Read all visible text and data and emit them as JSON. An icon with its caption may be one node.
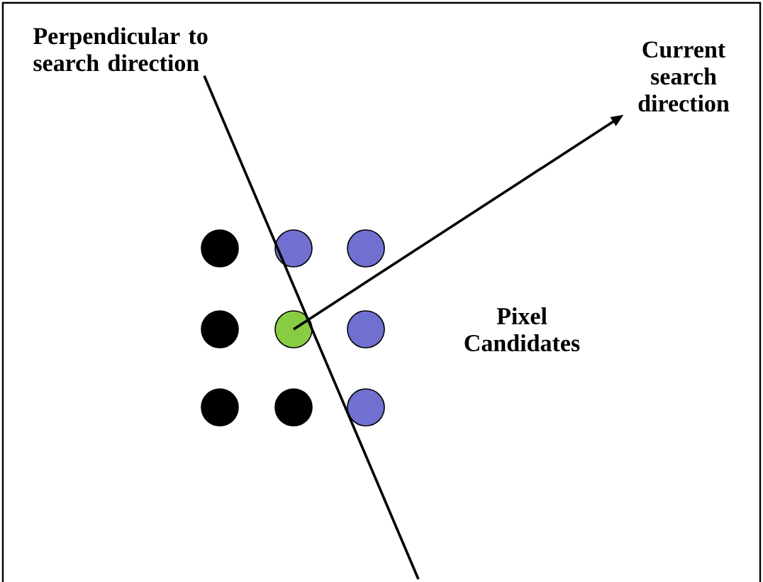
{
  "diagram": {
    "nodes": [
      {
        "text": [
          "Perpendicular to search direction"
        ]
      },
      {
        "text": [
          "Current search direction"
        ]
      },
      {
        "text": [],
        "shape": "circle"
      },
      {
        "text": [],
        "shape": "circle"
      },
      {
        "text": [],
        "shape": "circle"
      },
      {
        "text": [],
        "shape": "circle"
      },
      {
        "text": [],
        "shape": "circle"
      },
      {
        "text": [],
        "shape": "circle"
      },
      {
        "text": [],
        "shape": "circle"
      },
      {
        "text": [],
        "shape": "circle"
      },
      {
        "text": [],
        "shape": "circle"
      }
    ],
    "edges": [
      {
        "from": 6,
        "to": 1,
        "arrow": "to"
      },
      {
        "from": 0,
        "to": null,
        "arrow": "none"
      }
    ],
    "labels": [
      "Pixel Candidates"
    ]
  }
}
